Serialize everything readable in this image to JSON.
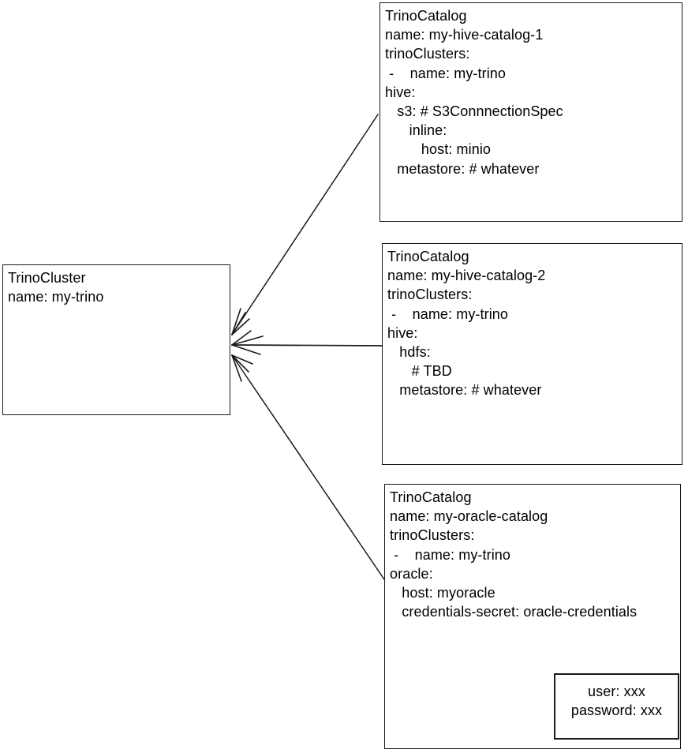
{
  "diagram": {
    "title": "TrinoCluster and TrinoCatalog custom resource relationships",
    "background_color": "#ffffff",
    "stroke_color": "#1a1a1a",
    "text_color": "#000000"
  },
  "nodes": {
    "trino_cluster": {
      "kind": "TrinoCluster",
      "lines": [
        "TrinoCluster",
        "name: my-trino"
      ]
    },
    "catalog_hive_1": {
      "kind": "TrinoCatalog",
      "lines": [
        "TrinoCatalog",
        "name: my-hive-catalog-1",
        "trinoClusters:",
        " -    name: my-trino",
        "hive:",
        "   s3: # S3ConnnectionSpec",
        "      inline:",
        "         host: minio",
        "   metastore: # whatever"
      ]
    },
    "catalog_hive_2": {
      "kind": "TrinoCatalog",
      "lines": [
        "TrinoCatalog",
        "name: my-hive-catalog-2",
        "trinoClusters:",
        " -    name: my-trino",
        "hive:",
        "   hdfs:",
        "      # TBD",
        "   metastore: # whatever"
      ]
    },
    "catalog_oracle": {
      "kind": "TrinoCatalog",
      "lines": [
        "TrinoCatalog",
        "name: my-oracle-catalog",
        "trinoClusters:",
        " -    name: my-trino",
        "oracle:",
        "   host: myoracle",
        "   credentials-secret: oracle-credentials"
      ]
    },
    "secret": {
      "kind": "Secret",
      "lines": [
        "user: xxx",
        "password: xxx"
      ]
    }
  },
  "edges": [
    {
      "id": "edge-catalog-hive-1-to-cluster",
      "from": "catalog_hive_1",
      "to": "trino_cluster",
      "label": ""
    },
    {
      "id": "edge-catalog-hive-2-to-cluster",
      "from": "catalog_hive_2",
      "to": "trino_cluster",
      "label": ""
    },
    {
      "id": "edge-catalog-oracle-to-cluster",
      "from": "catalog_oracle",
      "to": "trino_cluster",
      "label": ""
    },
    {
      "id": "edge-credentials-secret-to-secret",
      "from": "catalog_oracle",
      "to": "secret",
      "label": ""
    }
  ]
}
